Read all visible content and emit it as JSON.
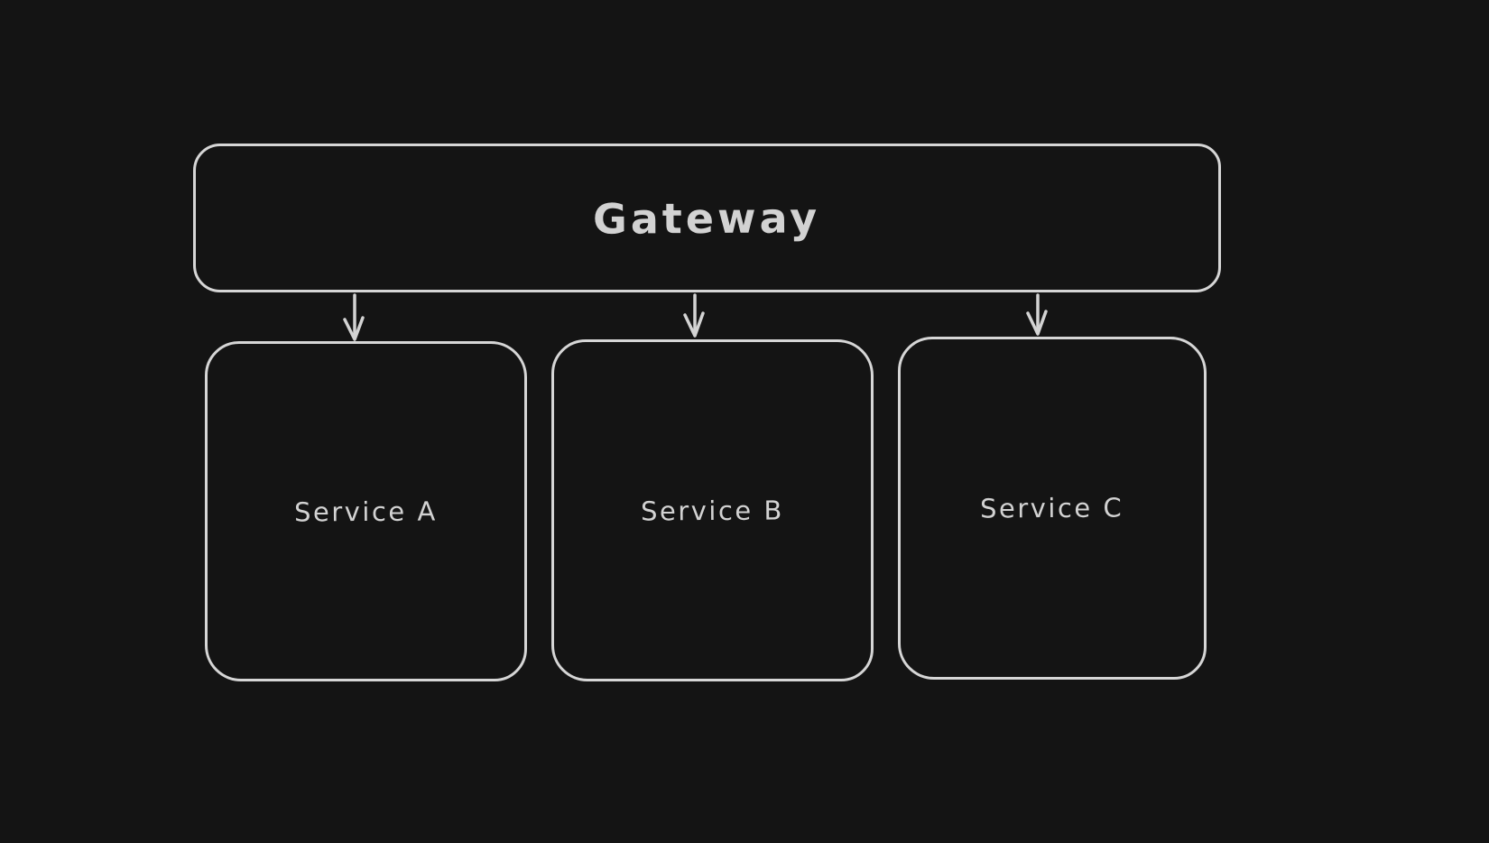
{
  "diagram": {
    "type": "flowchart",
    "style": "hand-drawn-whiteboard",
    "colors": {
      "background": "#141414",
      "stroke": "#d6d6d6",
      "text": "#d2d2d2"
    },
    "nodes": [
      {
        "id": "gateway",
        "label": "Gateway"
      },
      {
        "id": "service-a",
        "label": "Service A"
      },
      {
        "id": "service-b",
        "label": "Service B"
      },
      {
        "id": "service-c",
        "label": "Service C"
      }
    ],
    "edges": [
      {
        "from": "gateway",
        "to": "service-a",
        "arrow": "down"
      },
      {
        "from": "gateway",
        "to": "service-b",
        "arrow": "down"
      },
      {
        "from": "gateway",
        "to": "service-c",
        "arrow": "down"
      }
    ]
  }
}
